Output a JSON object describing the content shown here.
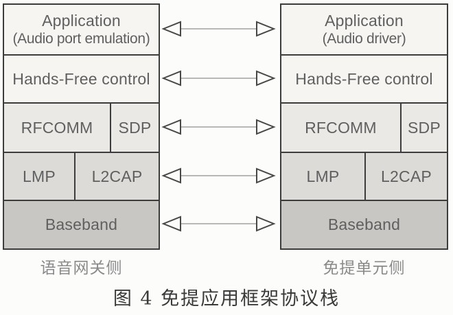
{
  "diagram": {
    "caption": "图 4 免提应用框架协议栈",
    "stacks": {
      "left": {
        "side_label": "语音网关侧",
        "layers": {
          "application_title": "Application",
          "application_subtitle": "(Audio port emulation)",
          "hands_free": "Hands-Free control",
          "rfcomm": "RFCOMM",
          "sdp": "SDP",
          "lmp": "LMP",
          "l2cap": "L2CAP",
          "baseband": "Baseband"
        }
      },
      "right": {
        "side_label": "免提单元侧",
        "layers": {
          "application_title": "Application",
          "application_subtitle": "(Audio driver)",
          "hands_free": "Hands-Free control",
          "rfcomm": "RFCOMM",
          "sdp": "SDP",
          "lmp": "LMP",
          "l2cap": "L2CAP",
          "baseband": "Baseband"
        }
      }
    },
    "connections": [
      {
        "layer": "Application",
        "type": "double-arrow"
      },
      {
        "layer": "Hands-Free control",
        "type": "double-arrow"
      },
      {
        "layer": "RFCOMM / SDP",
        "type": "double-arrow"
      },
      {
        "layer": "LMP / L2CAP",
        "type": "double-arrow"
      },
      {
        "layer": "Baseband",
        "type": "double-arrow"
      }
    ],
    "colors": {
      "upper_rows": "#f6f5f2",
      "rfcomm_row": "#eae9e6",
      "lmp_row": "#dcdbd8",
      "baseband_row": "#c8c7c4",
      "border": "#3c3c3c",
      "box_text": "#5f5f5f",
      "side_label_text": "#8a8a8a",
      "caption_text": "#3a3a3a"
    }
  }
}
